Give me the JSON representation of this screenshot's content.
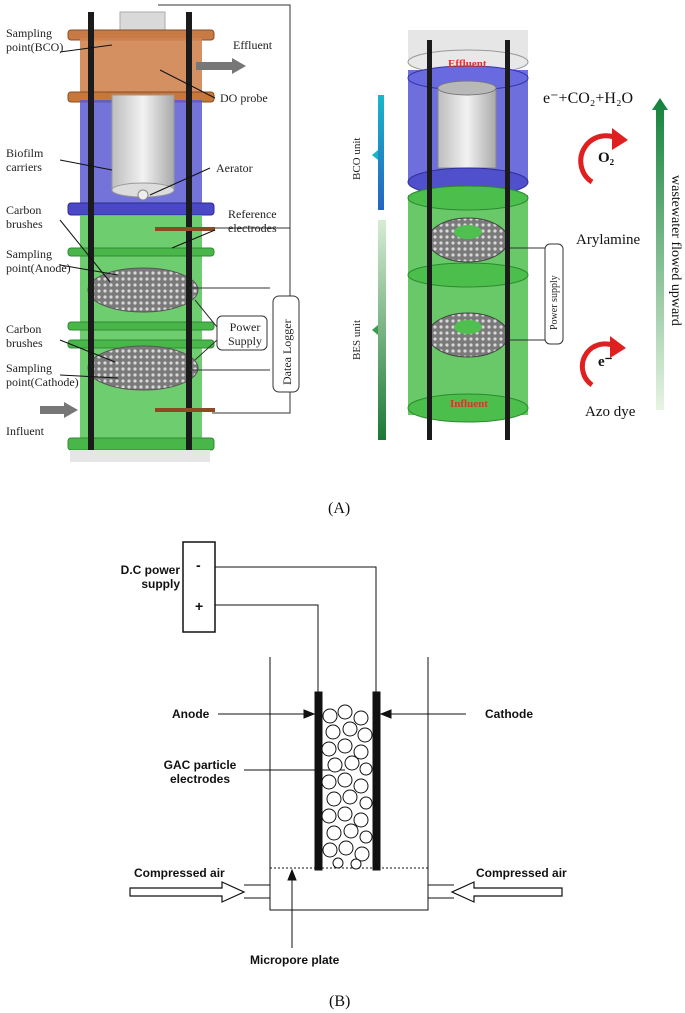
{
  "panel_a": {
    "caption": "(A)",
    "left_reactor": {
      "labels": {
        "sampling_bco": "Sampling point(BCO)",
        "effluent": "Effluent",
        "do_probe": "DO probe",
        "biofilm": "Biofilm carriers",
        "aerator": "Aerator",
        "carbon1": "Carbon brushes",
        "reference": "Reference electrodes",
        "sampling_anode": "Sampling point(Anode)",
        "power": "Power Supply",
        "logger": "Datea Logger",
        "carbon2": "Carbon brushes",
        "sampling_cathode": "Sampling point(Cathode)",
        "influent": "Influent"
      }
    },
    "right_reactor": {
      "effluent": "Effluent",
      "influent": "Influent",
      "bco_unit": "BCO unit",
      "bes_unit": "BES unit",
      "power_supply": "Power supply",
      "products": "e⁻+CO₂+H₂O",
      "o2": "O₂",
      "arylamine": "Arylamine",
      "electron": "e⁻",
      "azo": "Azo dye",
      "flow": "wastewater flowed upward"
    },
    "colors": {
      "bco": "#c8773a",
      "blue": "#5458d8",
      "green": "#4cc04a",
      "arrow_red": "#e02020"
    }
  },
  "panel_b": {
    "caption": "(B)",
    "labels": {
      "dc_power": "D.C power supply",
      "minus": "-",
      "plus": "+",
      "anode": "Anode",
      "cathode": "Cathode",
      "gac": "GAC particle electrodes",
      "air_left": "Compressed air",
      "air_right": "Compressed air",
      "micropore": "Micropore plate"
    }
  }
}
